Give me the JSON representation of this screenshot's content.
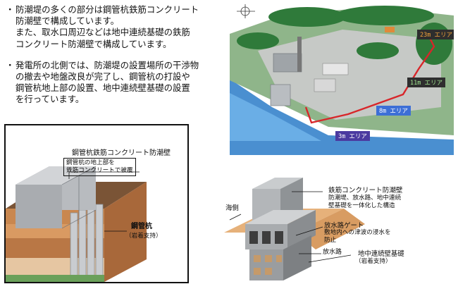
{
  "bullets": [
    {
      "lines": [
        "防潮堤の多くの部分は鋼管杭鉄筋コンクリート",
        "防潮壁で構成しています。",
        "また、取水口周辺などは地中連続基礎の鉄筋",
        "コンクリート防潮壁で構成しています。"
      ]
    },
    {
      "lines": [
        "発電所の北側では、防潮堤の設置場所の干渉物",
        "の撤去や地盤改良が完了し、鋼管杭の打設や",
        "鋼管杭地上部の設置、地中連続壁基礎の設置",
        "を行っています。"
      ]
    }
  ],
  "bullet_mark": "・",
  "left_diagram": {
    "title": "鋼管杭鉄筋コンクリート防潮壁",
    "note_lines": [
      "鋼管杭の地上部を",
      "鉄筋コンクリートで被覆"
    ],
    "pile_label": "鋼管杭",
    "pile_sub": "（岩着支持）"
  },
  "map": {
    "areas": [
      {
        "text": "23m エリア",
        "bg": "#2e2e2e",
        "color": "#f3a23a"
      },
      {
        "text": "11m エリア",
        "bg": "#2e2e2e",
        "color": "#9fe38f"
      },
      {
        "text": "8m エリア",
        "bg": "#3d6fd6",
        "color": "#ffffff"
      },
      {
        "text": "3m エリア",
        "bg": "#4b3aa0",
        "color": "#ffffff"
      }
    ],
    "wall_color": "#d8262a"
  },
  "right_diagram": {
    "wall_title": "鉄筋コンクリート防潮壁",
    "wall_note_lines": [
      "防潮堤、放水路、地中連続",
      "壁基礎を一体化した構造"
    ],
    "sea_label": "海側",
    "gate_title": "放水路ゲート",
    "gate_note_lines": [
      "敷地内への津波の浸水を",
      "防止"
    ],
    "channel_label": "放水路",
    "foundation_title": "地中連続壁基礎",
    "foundation_sub": "（岩着支持）"
  }
}
